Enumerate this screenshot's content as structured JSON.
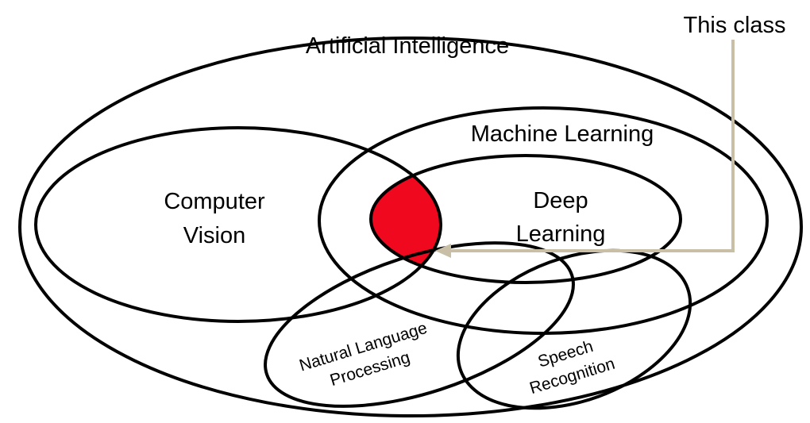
{
  "diagram": {
    "labels": {
      "artificial_intelligence": "Artificial Intelligence",
      "machine_learning": "Machine Learning",
      "computer_vision_line1": "Computer",
      "computer_vision_line2": "Vision",
      "deep_learning_line1": "Deep",
      "deep_learning_line2": "Learning",
      "nlp_line1": "Natural Language",
      "nlp_line2": "Processing",
      "speech_line1": "Speech",
      "speech_line2": "Recognition",
      "this_class": "This class"
    },
    "colors": {
      "outline": "#000000",
      "highlight": "#f0081f",
      "pointer": "#c8bfa6"
    }
  }
}
